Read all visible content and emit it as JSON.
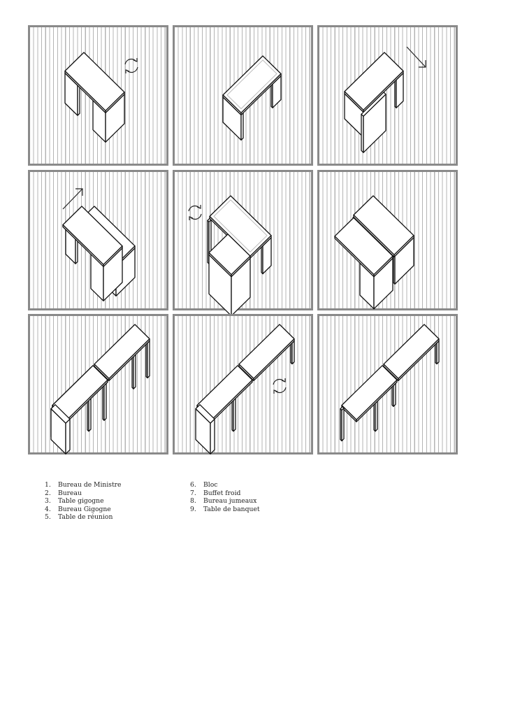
{
  "panels": [
    {
      "number": 1,
      "icon": "rotate-icon"
    },
    {
      "number": 2,
      "icon": null
    },
    {
      "number": 3,
      "icon": "arrow-down-right-icon"
    },
    {
      "number": 4,
      "icon": "arrow-up-right-icon"
    },
    {
      "number": 5,
      "icon": "rotate-icon"
    },
    {
      "number": 6,
      "icon": null
    },
    {
      "number": 7,
      "icon": null
    },
    {
      "number": 8,
      "icon": "rotate-icon"
    },
    {
      "number": 9,
      "icon": null
    }
  ],
  "legend": [
    {
      "num": "1.",
      "label": "Bureau de Ministre"
    },
    {
      "num": "2.",
      "label": "Bureau"
    },
    {
      "num": "3.",
      "label": "Table gigogne"
    },
    {
      "num": "4.",
      "label": "Bureau Gigogne"
    },
    {
      "num": "5.",
      "label": "Table de réunion"
    },
    {
      "num": "6.",
      "label": "Bloc"
    },
    {
      "num": "7.",
      "label": "Buffet froid"
    },
    {
      "num": "8.",
      "label": "Bureau jumeaux"
    },
    {
      "num": "9.",
      "label": "Table de banquet"
    }
  ]
}
